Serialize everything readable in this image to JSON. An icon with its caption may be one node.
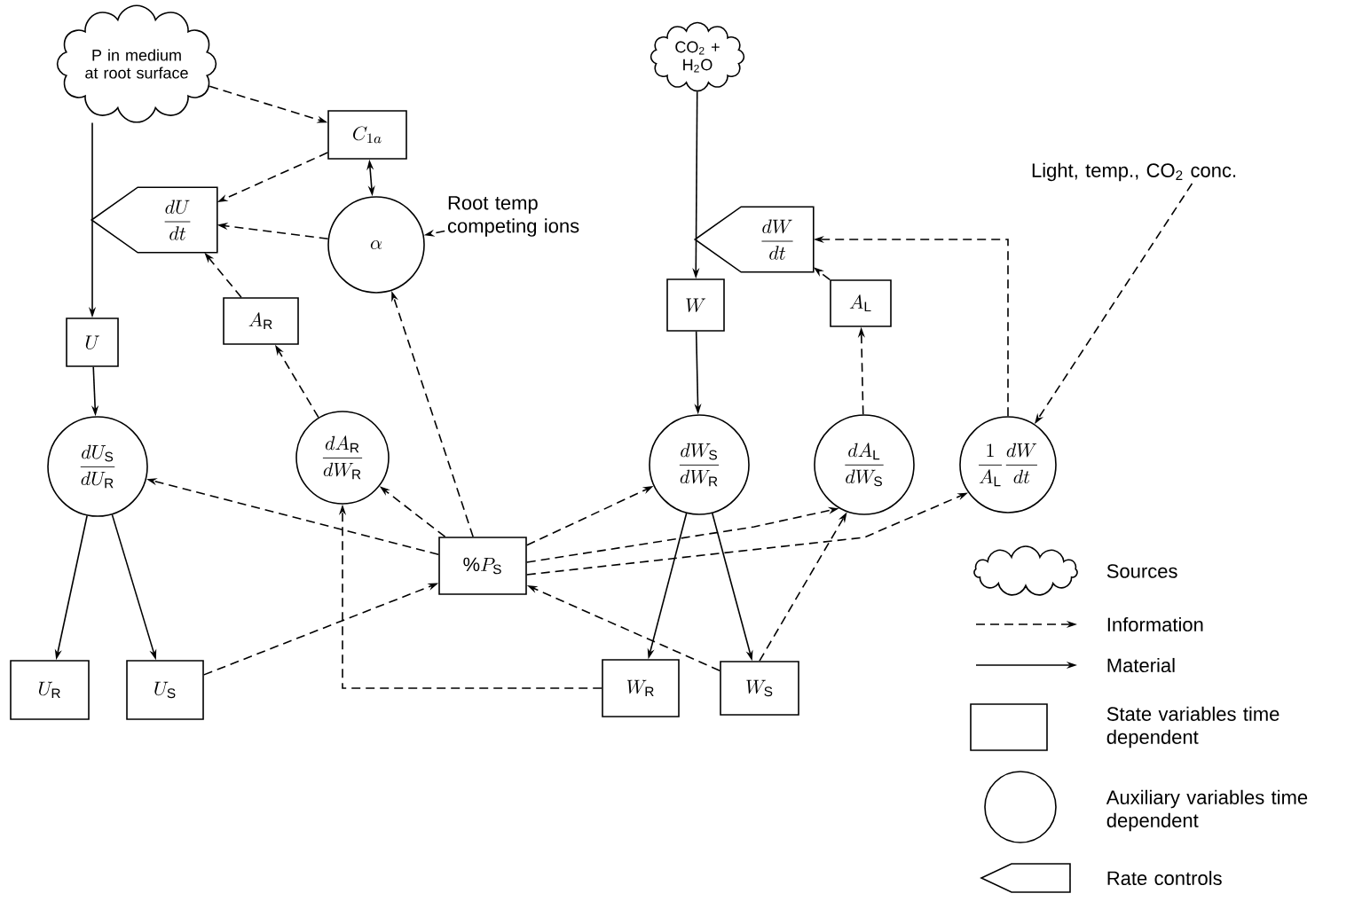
{
  "diagram": {
    "nodes": [
      {
        "text": [
          "P in medium at root surface"
        ]
      },
      {
        "text": [
          "C_{1a}"
        ]
      },
      {
        "text": [
          "\\dfrac{dU}{dt}"
        ]
      },
      {
        "text": [
          "\\alpha"
        ]
      },
      {
        "text": [
          "Root temp competing ions"
        ]
      },
      {
        "text": [
          "U"
        ]
      },
      {
        "text": [
          "A_{\\mathrm{R}}"
        ]
      },
      {
        "text": [
          "CO$_{2}$ + H$_{2}$O"
        ]
      },
      {
        "text": [
          "\\dfrac{dW}{dt}"
        ]
      },
      {
        "text": [
          "Light, temp., CO$_{2}$ conc."
        ]
      },
      {
        "text": [
          "W"
        ]
      },
      {
        "text": [
          "A_{\\mathrm{L}}"
        ]
      },
      {
        "text": [
          "\\dfrac{dU_{\\mathrm{S}}}{dU_{\\mathrm{R}}}"
        ]
      },
      {
        "text": [
          "\\dfrac{dA_{\\mathrm{R}}}{dW_{\\mathrm{R}}}"
        ]
      },
      {
        "text": [
          "\\dfrac{dW_{\\mathrm{S}}}{dW_{\\mathrm{R}}}"
        ]
      },
      {
        "text": [
          "\\dfrac{dA_{\\mathrm{L}}}{dW_{\\mathrm{S}}}"
        ]
      },
      {
        "text": [
          "\\dfrac{1}{A_{\\mathrm{L}}}\\dfrac{dW}{dt}"
        ]
      },
      {
        "text": [
          "\\%P_{\\mathrm{S}}"
        ]
      },
      {
        "text": [
          "U_{\\mathrm{R}}"
        ]
      },
      {
        "text": [
          "U_{\\mathrm{S}}"
        ]
      },
      {
        "text": [
          "W_{\\mathrm{R}}"
        ]
      },
      {
        "text": [
          "W_{\\mathrm{S}}"
        ]
      }
    ],
    "edges": [
      {
        "from": 0,
        "to": 5,
        "arrow": "to"
      },
      {
        "from": 5,
        "to": 12,
        "arrow": "to"
      },
      {
        "from": 12,
        "to": 18,
        "arrow": "to"
      },
      {
        "from": 12,
        "to": 19,
        "arrow": "to"
      },
      {
        "from": 7,
        "to": 10,
        "arrow": "to"
      },
      {
        "from": 10,
        "to": 14,
        "arrow": "to"
      },
      {
        "from": 14,
        "to": 20,
        "arrow": "to"
      },
      {
        "from": 14,
        "to": 21,
        "arrow": "to"
      },
      {
        "from": 0,
        "to": 1,
        "arrow": "to",
        "style": "dashed"
      },
      {
        "from": 1,
        "to": 2,
        "arrow": "to",
        "style": "dashed"
      },
      {
        "from": 1,
        "to": 3,
        "arrow": "both"
      },
      {
        "from": 3,
        "to": 2,
        "arrow": "to",
        "style": "dashed"
      },
      {
        "from": 4,
        "to": 3,
        "arrow": "to",
        "style": "dashed"
      },
      {
        "from": 6,
        "to": 2,
        "arrow": "to",
        "style": "dashed"
      },
      {
        "from": 13,
        "to": 6,
        "arrow": "to",
        "style": "dashed"
      },
      {
        "from": 17,
        "to": 3,
        "arrow": "to",
        "style": "dashed"
      },
      {
        "from": 17,
        "to": 12,
        "arrow": "to",
        "style": "dashed"
      },
      {
        "from": 17,
        "to": 13,
        "arrow": "to",
        "style": "dashed"
      },
      {
        "from": 19,
        "to": 17,
        "arrow": "to",
        "style": "dashed"
      },
      {
        "from": 20,
        "to": 13,
        "arrow": "to",
        "style": "dashed"
      },
      {
        "from": 17,
        "to": 14,
        "arrow": "to",
        "style": "dashed"
      },
      {
        "from": 17,
        "to": 15,
        "arrow": "to",
        "style": "dashed"
      },
      {
        "from": 17,
        "to": 16,
        "arrow": "to",
        "style": "dashed"
      },
      {
        "from": 21,
        "to": 17,
        "arrow": "to",
        "style": "dashed"
      },
      {
        "from": 21,
        "to": 15,
        "arrow": "to",
        "style": "dashed"
      },
      {
        "from": 15,
        "to": 11,
        "arrow": "to",
        "style": "dashed"
      },
      {
        "from": 11,
        "to": 8,
        "arrow": "to",
        "style": "dashed"
      },
      {
        "from": 16,
        "to": 8,
        "arrow": "to",
        "style": "dashed"
      },
      {
        "from": 9,
        "to": 16,
        "arrow": "to",
        "style": "dashed"
      }
    ],
    "legend": [
      {
        "text": "Sources"
      },
      {
        "text": "Information"
      },
      {
        "text": "Material"
      },
      {
        "text": "State variables time dependent"
      },
      {
        "text": "Auxiliary variables time dependent"
      },
      {
        "text": "Rate controls"
      }
    ]
  }
}
